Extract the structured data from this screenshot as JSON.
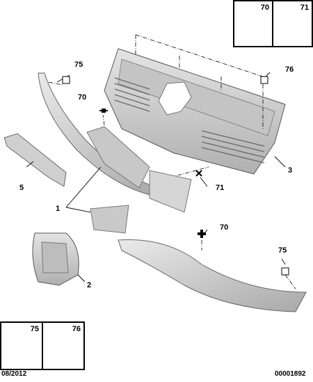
{
  "top_inset": {
    "left_ref": "70",
    "right_ref": "71"
  },
  "bottom_inset": {
    "left_ref": "75",
    "right_ref": "76"
  },
  "callouts": {
    "c75_top": "75",
    "c70_top": "70",
    "c76": "76",
    "c3": "3",
    "c5": "5",
    "c71": "71",
    "c1": "1",
    "c70_mid": "70",
    "c2": "2",
    "c75_bottom": "75"
  },
  "footer": {
    "date": "08/2012",
    "ref": "00001892"
  },
  "colors": {
    "part_fill": "#d8d8d8",
    "part_shade": "#b9b9b9",
    "line": "#000000"
  }
}
